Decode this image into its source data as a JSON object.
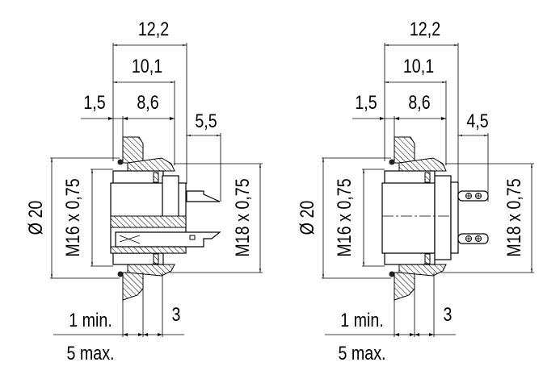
{
  "drawings": [
    {
      "variant": "pcb-pins",
      "dim_overall": "12,2",
      "dim_body": "10,1",
      "dim_flange": "1,5",
      "dim_thread": "8,6",
      "dim_pin": "5,5",
      "dim_diameter": "Ø 20",
      "thread_front": "M16 x 0,75",
      "thread_rear": "M18 x 0,75",
      "panel_min": "1 min.",
      "panel_nut": "3",
      "panel_max": "5 max."
    },
    {
      "variant": "solder-cups",
      "dim_overall": "12,2",
      "dim_body": "10,1",
      "dim_flange": "1,5",
      "dim_thread": "8,6",
      "dim_pin": "4,5",
      "dim_diameter": "Ø 20",
      "thread_front": "M16 x 0,75",
      "thread_rear": "M18 x 0,75",
      "panel_min": "1 min.",
      "panel_nut": "3",
      "panel_max": "5 max."
    }
  ]
}
